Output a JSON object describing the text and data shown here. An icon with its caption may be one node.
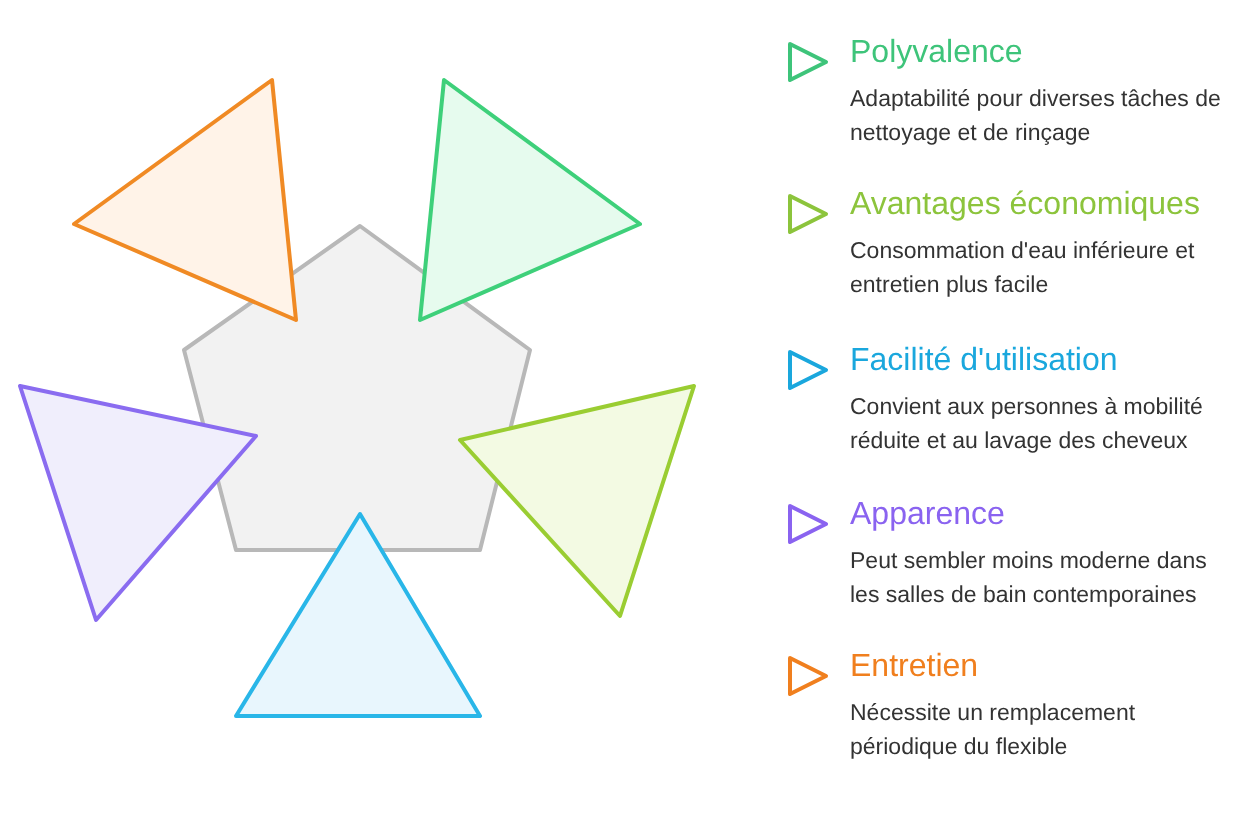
{
  "diagram": {
    "labels": [
      "Polyvalence",
      "Adaptabilité pour diverses tâches de nettoyage et de rinçage",
      "Avantages économiques",
      "Consommation d'eau inférieure et entretien plus facile",
      "Facilité d'utilisation",
      "Convient aux personnes à mobilité réduite et au lavage des cheveux",
      "Apparence",
      "Peut sembler moins moderne dans les salles de bain contemporaines",
      "Entretien",
      "Nécessite un remplacement périodique du flexible"
    ]
  }
}
